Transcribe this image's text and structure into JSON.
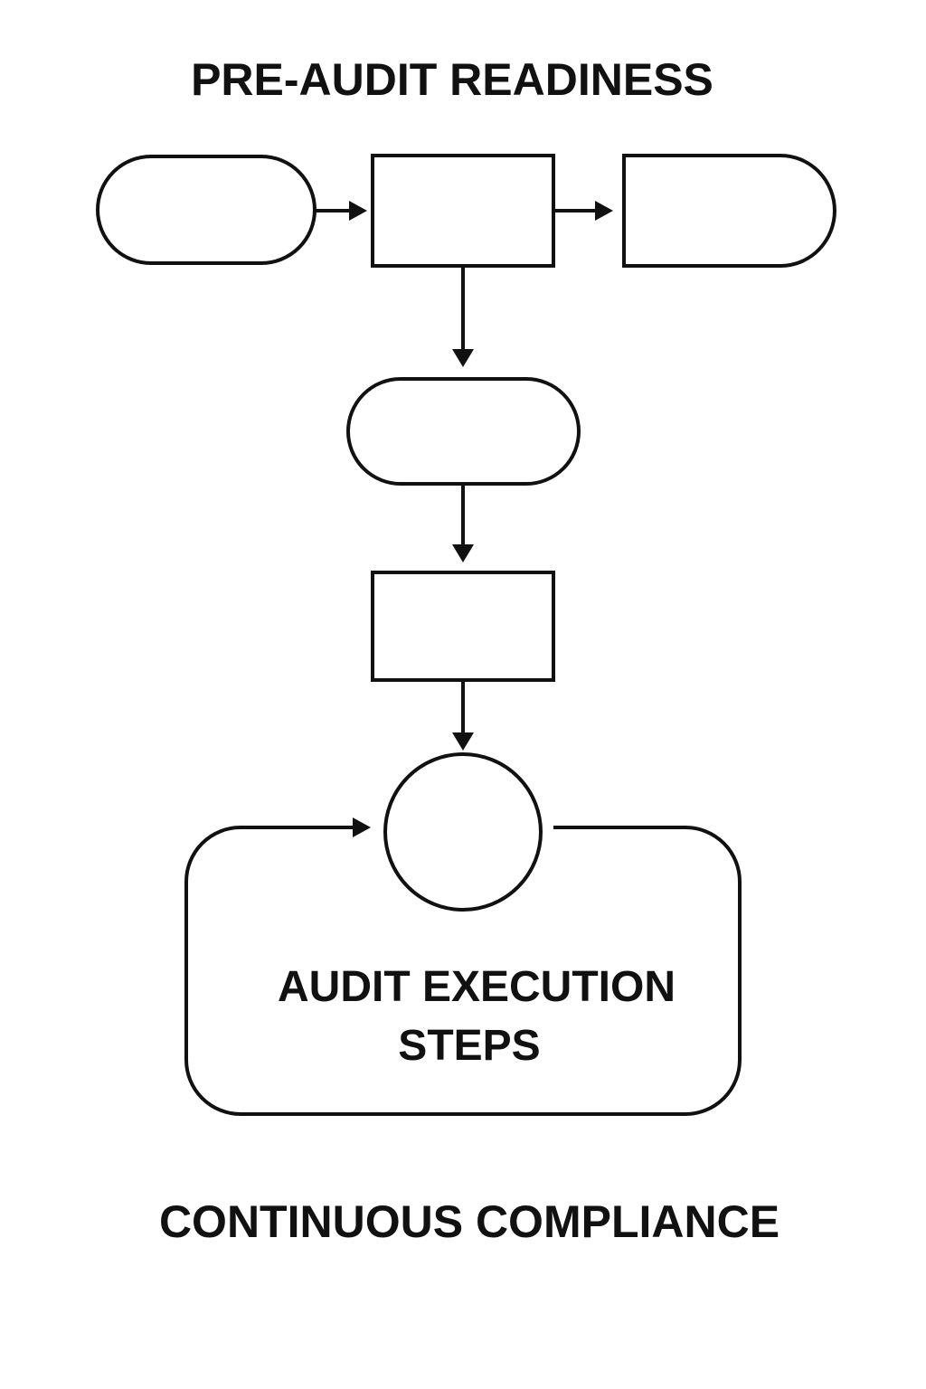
{
  "diagram": {
    "top_title": "PRE-AUDIT READINESS",
    "loop_label_line1": "AUDIT EXECUTION",
    "loop_label_line2": "STEPS",
    "bottom_title": "CONTINUOUS COMPLIANCE",
    "stroke_color": "#111111",
    "background_color": "#ffffff"
  }
}
